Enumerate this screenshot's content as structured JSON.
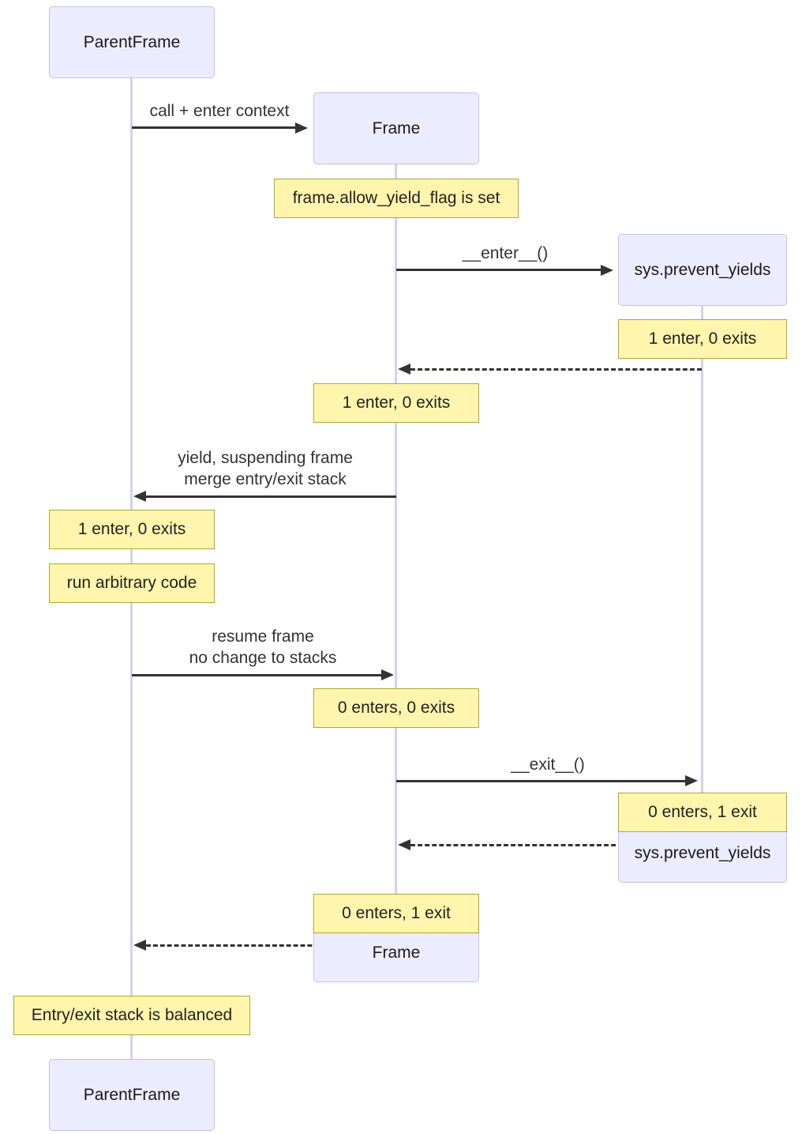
{
  "actors": {
    "parent_frame": "ParentFrame",
    "frame": "Frame",
    "sys_prevent_yields": "sys.prevent_yields"
  },
  "messages": {
    "call_enter_context": "call + enter context",
    "enter": "__enter__()",
    "yield_line1": "yield, suspending frame",
    "yield_line2": "merge entry/exit stack",
    "resume_line1": "resume frame",
    "resume_line2": "no change to stacks",
    "exit": "__exit__()"
  },
  "notes": {
    "allow_yield_flag": "frame.allow_yield_flag is set",
    "sys_after_enter": "1 enter, 0 exits",
    "frame_after_enter": "1 enter, 0 exits",
    "parent_after_yield": "1 enter, 0 exits",
    "run_arbitrary_code": "run arbitrary code",
    "frame_after_resume": "0 enters, 0 exits",
    "sys_after_exit": "0 enters, 1 exit",
    "frame_after_exit": "0 enters, 1 exit",
    "stack_balanced": "Entry/exit stack is balanced"
  },
  "colors": {
    "actor_fill": "#ECECFF",
    "actor_border": "#C5C0EA",
    "note_fill": "#FFF5AD",
    "note_border": "#AAAA33",
    "lifeline": "#D8CFEE",
    "arrow": "#333333",
    "text": "#333333"
  }
}
